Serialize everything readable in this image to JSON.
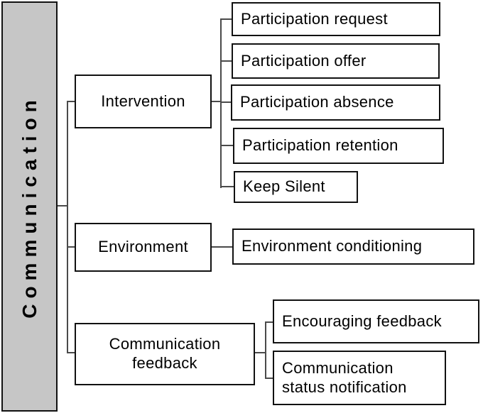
{
  "colors": {
    "root_fill": "#c6c6c6",
    "box_fill": "#ffffff",
    "box_border": "#111111",
    "connector_line": "#4a4a4a",
    "text": "#000000"
  },
  "tree": {
    "root_label": "Communication",
    "branches": [
      {
        "label": "Intervention",
        "leaves": [
          "Participation request",
          "Participation offer",
          "Participation absence",
          "Participation retention",
          "Keep Silent"
        ]
      },
      {
        "label": "Environment",
        "leaves": [
          "Environment conditioning"
        ]
      },
      {
        "label": "Communication feedback",
        "leaves": [
          "Encouraging feedback",
          "Communication status notification"
        ]
      }
    ]
  }
}
